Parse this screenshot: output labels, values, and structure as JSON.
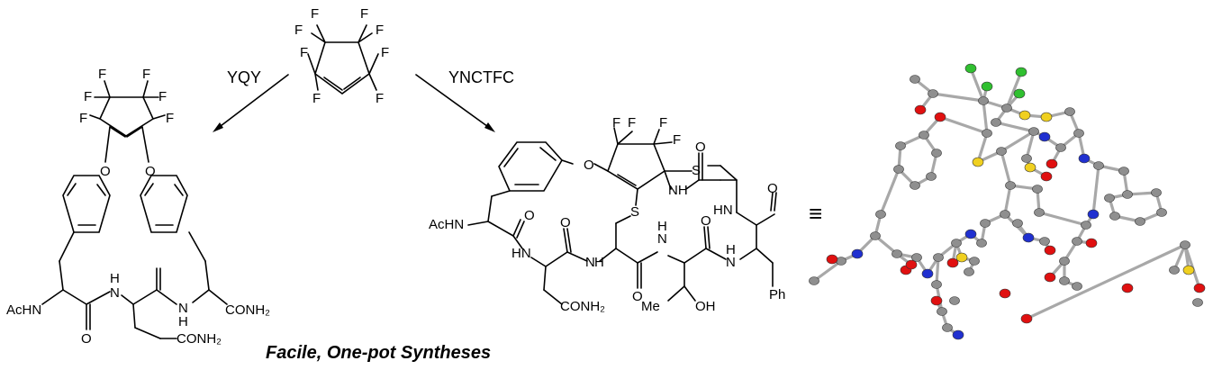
{
  "reagents": {
    "left": "YQY",
    "right": "YNCTFC"
  },
  "caption": "Facile, One-pot Syntheses",
  "equivalence_symbol": "≡",
  "top_molecule": {
    "atoms": [
      "F",
      "F",
      "F",
      "F",
      "F",
      "F",
      "F",
      "F"
    ]
  },
  "left_molecule": {
    "fluorines": [
      "F",
      "F",
      "F",
      "F",
      "F",
      "F"
    ],
    "oxygens": [
      "O",
      "O",
      "O"
    ],
    "labels": {
      "n_terminus": "AcHN",
      "nh_1": "N",
      "h_1": "H",
      "nh_2": "N",
      "h_2": "H",
      "c_terminus": "CONH₂",
      "side_chain": "CONH₂"
    }
  },
  "right_molecule": {
    "fluorines": [
      "F",
      "F",
      "F",
      "F"
    ],
    "labels": {
      "ether_o": "O",
      "sulfur_1": "S",
      "sulfur_2": "S",
      "n_terminus": "AcHN",
      "hn_1": "HN",
      "nh_1": "NH",
      "nh_2": "N",
      "h_2": "H",
      "nh_3": "N",
      "h_3": "H",
      "nh_4": "N",
      "h_4": "H",
      "hn_5": "HN",
      "oh": "OH",
      "me": "Me",
      "ph": "Ph",
      "side_chain": "CONH₂",
      "o_1": "O",
      "o_2": "O",
      "o_3": "O",
      "o_4": "O",
      "o_5": "O",
      "o_6": "O"
    }
  },
  "colors": {
    "carbon": "#8f8f8f",
    "oxygen": "#e01010",
    "nitrogen": "#2030d0",
    "sulfur": "#f0d020",
    "fluorine": "#30c030",
    "bond": "#a8a8a8"
  }
}
